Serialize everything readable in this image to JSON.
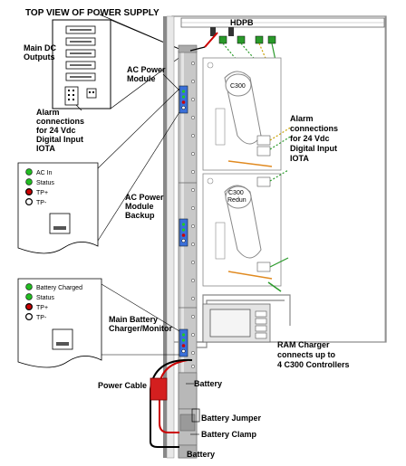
{
  "title": "TOP VIEW OF POWER SUPPLY",
  "labels": {
    "main_dc_outputs": [
      "Main DC",
      "Outputs"
    ],
    "alarm_left": [
      "Alarm",
      "connections",
      "for 24 Vdc",
      "Digital Input",
      "IOTA"
    ],
    "ac_power_module": [
      "AC Power",
      "Module"
    ],
    "ac_power_module_backup": [
      "AC Power",
      "Module",
      "Backup"
    ],
    "main_battery_charger": [
      "Main Battery",
      "Charger/Monitor"
    ],
    "power_cable": "Power Cable",
    "battery_top": "Battery",
    "battery_jumper": "Battery Jumper",
    "battery_clamp": "Battery Clamp",
    "battery_bottom": "Battery",
    "hdpb": "HDPB",
    "alarm_right": [
      "Alarm",
      "connections",
      "for 24 Vdc",
      "Digital Input",
      "IOTA"
    ],
    "ram_charger": [
      "RAM Charger",
      "connects up to",
      "4 C300 Controllers"
    ],
    "c300_top": "C300",
    "c300_bottom": [
      "C300",
      "Redun"
    ]
  },
  "legend_ac": [
    {
      "label": "AC In",
      "color": "#22bb22"
    },
    {
      "label": "Status",
      "color": "#22bb22"
    },
    {
      "label": "TP+",
      "color": "#cc0000"
    },
    {
      "label": "TP-",
      "color": "#ffffff"
    }
  ],
  "legend_battery": [
    {
      "label": "Battery Charged",
      "color": "#22bb22"
    },
    {
      "label": "Status",
      "color": "#22bb22"
    },
    {
      "label": "TP+",
      "color": "#cc0000"
    },
    {
      "label": "TP-",
      "color": "#ffffff"
    }
  ]
}
